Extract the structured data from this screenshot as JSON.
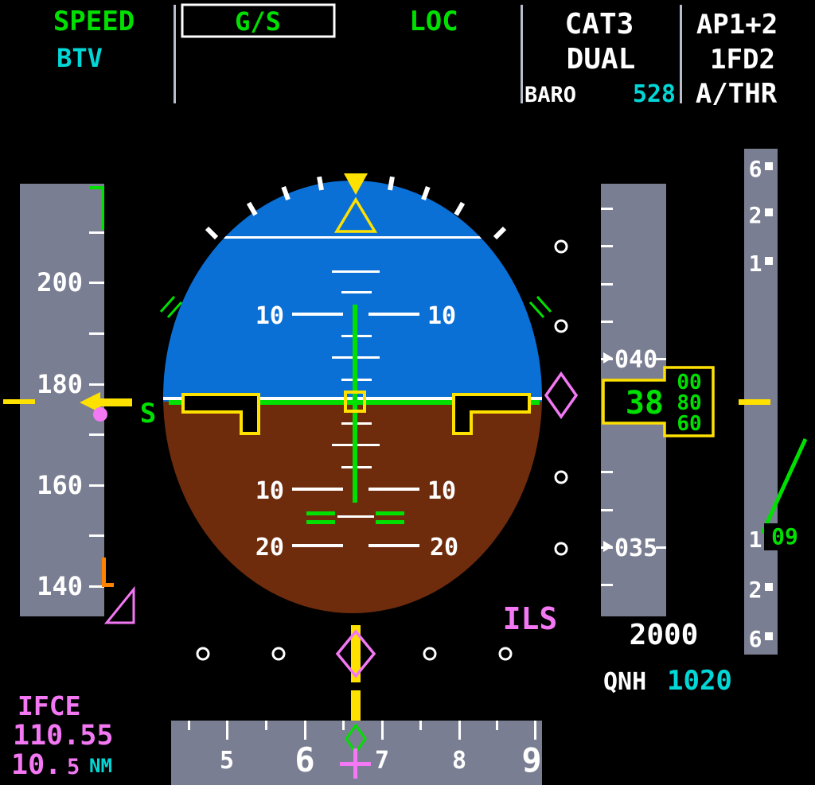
{
  "colors": {
    "green": "#00e000",
    "cyan": "#00d7d7",
    "magenta": "#f478f4",
    "yellow": "#ffe100",
    "amber": "#ff8400",
    "tape_gray": "#7a7e92",
    "sky_blue": "#0a70d6",
    "ground_brown": "#6e2c0c",
    "white": "#ffffff"
  },
  "fma": {
    "speed": "SPEED",
    "btv": "BTV",
    "gs": "G/S",
    "loc": "LOC",
    "cat3": "CAT3",
    "dual": "DUAL",
    "baro_label": "BARO",
    "baro_value": "528",
    "ap": "AP1+2",
    "fd": "1FD2",
    "athr": "A/THR"
  },
  "speed_tape": {
    "ticks": [
      "200",
      "180",
      "160",
      "140"
    ],
    "s_marker": "S"
  },
  "attitude": {
    "pitch10": "10",
    "pitch20": "20"
  },
  "ils": {
    "label": "ILS",
    "ident": "IFCE",
    "freq": "110.55",
    "dme_main": "10.",
    "dme_small": "5",
    "dme_unit": "NM"
  },
  "altitude": {
    "upper_label": "040",
    "lower_label": "035",
    "window_main": "38",
    "drum": [
      "00",
      "80",
      "60"
    ],
    "selected": "2000",
    "qnh_label": "QNH",
    "qnh_value": "1020"
  },
  "vs": {
    "scale_top": [
      "6",
      "2",
      "1"
    ],
    "scale_bottom": [
      "1",
      "2",
      "6"
    ],
    "value": "09"
  },
  "heading": {
    "ticks": [
      "5",
      "6",
      "7",
      "8",
      "9"
    ]
  }
}
